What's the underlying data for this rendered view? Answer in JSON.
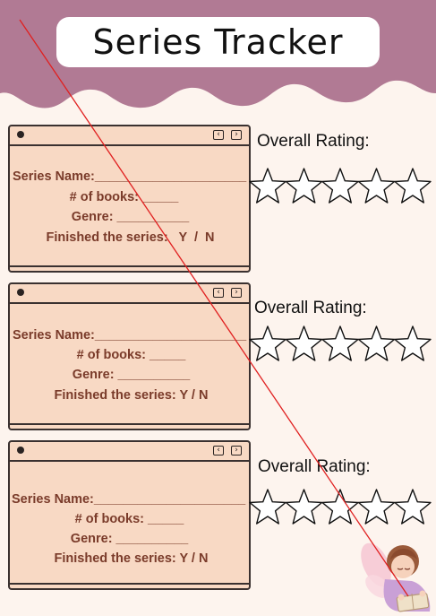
{
  "header": {
    "title": "Series Tracker"
  },
  "cards": [
    {
      "series_name": "Series Name:_____________________",
      "num_books": "# of books: _____",
      "genre": "Genre: __________",
      "finished": "Finished the series:   Y  /  N",
      "rating_label": "Overall Rating:",
      "rating_stars": 5
    },
    {
      "series_name": "Series Name:_____________________",
      "num_books": "# of books: _____",
      "genre": "Genre: __________",
      "finished": "Finished the series: Y / N",
      "rating_label": "Overall Rating:",
      "rating_stars": 5
    },
    {
      "series_name": "Series Name:_____________________",
      "num_books": "# of books: _____",
      "genre": "Genre: __________",
      "finished": "Finished the series: Y / N",
      "rating_label": "Overall Rating:",
      "rating_stars": 5
    }
  ],
  "icons": {
    "window_prev": "chevron-left-icon",
    "window_next": "chevron-right-icon",
    "star": "star-outline-icon",
    "decoration": "fairy-reading-illustration"
  },
  "colors": {
    "header_bg": "#b17a94",
    "card_bg": "#f8d9c4",
    "label_text": "#7a3b2a",
    "page_bg": "#fdf4ee",
    "annotation_line": "#e02020"
  }
}
